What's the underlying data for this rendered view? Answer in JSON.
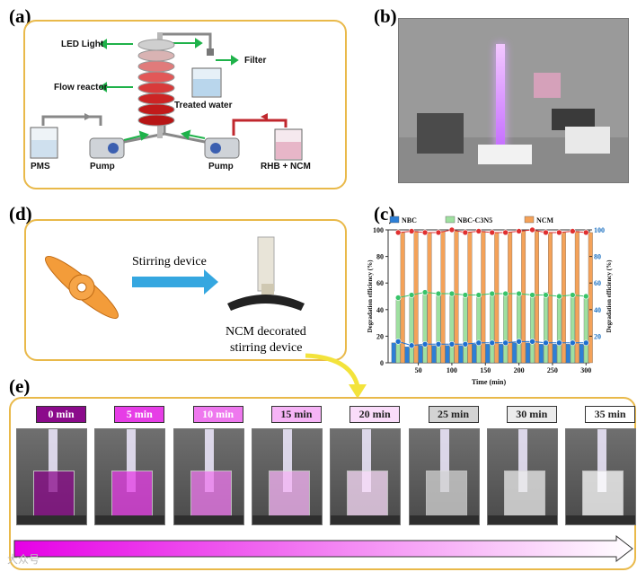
{
  "panels": {
    "a": "(a)",
    "b": "(b)",
    "c": "(c)",
    "d": "(d)",
    "e": "(e)"
  },
  "panel_a": {
    "led_light": "LED Light",
    "filter": "Filter",
    "flow_reactor": "Flow reactor",
    "treated_water": "Treated water",
    "pms": "PMS",
    "pump_left": "Pump",
    "pump_right": "Pump",
    "rhb_ncm": "RHB + NCM"
  },
  "panel_d": {
    "stirring_device": "Stirring device",
    "ncm_line1": "NCM decorated",
    "ncm_line2": "stirring device"
  },
  "panel_e": {
    "times": [
      {
        "label": "0 min",
        "bg": "#8b0a8b",
        "fg": "#ffffff"
      },
      {
        "label": "5 min",
        "bg": "#e63de6",
        "fg": "#ffffff"
      },
      {
        "label": "10 min",
        "bg": "#ee78ee",
        "fg": "#ffffff"
      },
      {
        "label": "15 min",
        "bg": "#f6b4f6",
        "fg": "#222222"
      },
      {
        "label": "20 min",
        "bg": "#fadcfa",
        "fg": "#222222"
      },
      {
        "label": "25 min",
        "bg": "#d3d3d3",
        "fg": "#222222"
      },
      {
        "label": "30 min",
        "bg": "#ececec",
        "fg": "#222222"
      },
      {
        "label": "35 min",
        "bg": "#ffffff",
        "fg": "#222222"
      }
    ]
  },
  "watermark": "大众号",
  "chart_data": {
    "type": "bar",
    "legend": [
      "NBC",
      "NBC-C3N5",
      "NCM"
    ],
    "legend_colors": [
      "#2d7fd6",
      "#9fe0a0",
      "#f4a259"
    ],
    "x": [
      20,
      40,
      60,
      80,
      100,
      120,
      140,
      160,
      180,
      200,
      220,
      240,
      260,
      280,
      300
    ],
    "series": [
      {
        "name": "NBC",
        "values": [
          15,
          12,
          13,
          13,
          13,
          13,
          14,
          14,
          14,
          15,
          15,
          14,
          14,
          14,
          14
        ]
      },
      {
        "name": "NBC-C3N5",
        "values": [
          50,
          51,
          54,
          52,
          53,
          51,
          52,
          53,
          52,
          53,
          52,
          53,
          51,
          52,
          51
        ]
      },
      {
        "name": "NCM",
        "values": [
          98,
          99,
          98,
          99,
          99,
          98,
          99,
          98,
          98,
          99,
          99,
          98,
          98,
          99,
          98
        ]
      }
    ],
    "lines": [
      {
        "name": "NBC",
        "values": [
          16,
          13,
          14,
          14,
          14,
          14,
          15,
          15,
          15,
          16,
          16,
          15,
          15,
          15,
          15
        ]
      },
      {
        "name": "NBC-C3N5",
        "values": [
          49,
          51,
          53,
          52,
          52,
          51,
          51,
          52,
          52,
          52,
          51,
          51,
          50,
          51,
          50
        ]
      },
      {
        "name": "NCM",
        "values": [
          98,
          99,
          98,
          98,
          100,
          98,
          99,
          98,
          98,
          99,
          100,
          98,
          98,
          99,
          98
        ]
      }
    ],
    "xlabel": "Time (min)",
    "ylabel": "Degradation efficiency (%)",
    "y2label": "Degradation efficiency (%)",
    "xticks": [
      50,
      100,
      150,
      200,
      250,
      300
    ],
    "yticks": [
      0,
      20,
      40,
      60,
      80,
      100
    ],
    "y2ticks": [
      20,
      40,
      60,
      80,
      100
    ],
    "ylim": [
      0,
      100
    ],
    "xlim": [
      5,
      305
    ]
  }
}
